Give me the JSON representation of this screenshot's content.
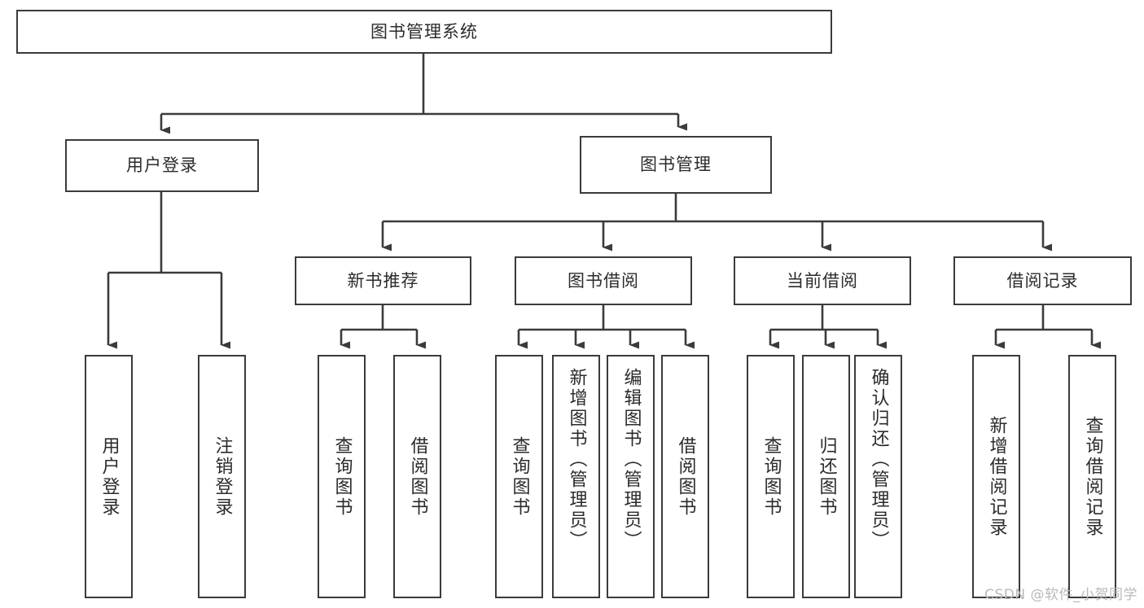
{
  "diagram": {
    "title": "图书管理系统",
    "watermark": "CSDN @软件_小贺同学",
    "line_color": "#3b3b3b",
    "box_fill": "#ffffff",
    "text_color": "#2b2b2b",
    "root": {
      "id": "root",
      "label": "图书管理系统"
    },
    "level1": [
      {
        "id": "user-login",
        "label": "用户登录"
      },
      {
        "id": "book-manage",
        "label": "图书管理"
      }
    ],
    "level2": [
      {
        "id": "new-book-recommend",
        "label": "新书推荐",
        "parent": "book-manage"
      },
      {
        "id": "book-borrow",
        "label": "图书借阅",
        "parent": "book-manage"
      },
      {
        "id": "current-borrow",
        "label": "当前借阅",
        "parent": "book-manage"
      },
      {
        "id": "borrow-record",
        "label": "借阅记录",
        "parent": "book-manage"
      }
    ],
    "leaves": [
      {
        "id": "leaf-user-login",
        "label": "用户登录",
        "parent": "user-login"
      },
      {
        "id": "leaf-logout",
        "label": "注销登录",
        "parent": "user-login"
      },
      {
        "id": "leaf-query-book-1",
        "label": "查询图书",
        "parent": "new-book-recommend"
      },
      {
        "id": "leaf-borrow-book-1",
        "label": "借阅图书",
        "parent": "new-book-recommend"
      },
      {
        "id": "leaf-query-book-2",
        "label": "查询图书",
        "parent": "book-borrow"
      },
      {
        "id": "leaf-add-book",
        "label": "新增图书（管理员）",
        "parent": "book-borrow"
      },
      {
        "id": "leaf-edit-book",
        "label": "编辑图书（管理员）",
        "parent": "book-borrow"
      },
      {
        "id": "leaf-borrow-book-2",
        "label": "借阅图书",
        "parent": "book-borrow"
      },
      {
        "id": "leaf-query-book-3",
        "label": "查询图书",
        "parent": "current-borrow"
      },
      {
        "id": "leaf-return-book",
        "label": "归还图书",
        "parent": "current-borrow"
      },
      {
        "id": "leaf-confirm-return",
        "label": "确认归还（管理员）",
        "parent": "current-borrow"
      },
      {
        "id": "leaf-add-record",
        "label": "新增借阅记录",
        "parent": "borrow-record"
      },
      {
        "id": "leaf-query-record",
        "label": "查询借阅记录",
        "parent": "borrow-record"
      }
    ]
  }
}
